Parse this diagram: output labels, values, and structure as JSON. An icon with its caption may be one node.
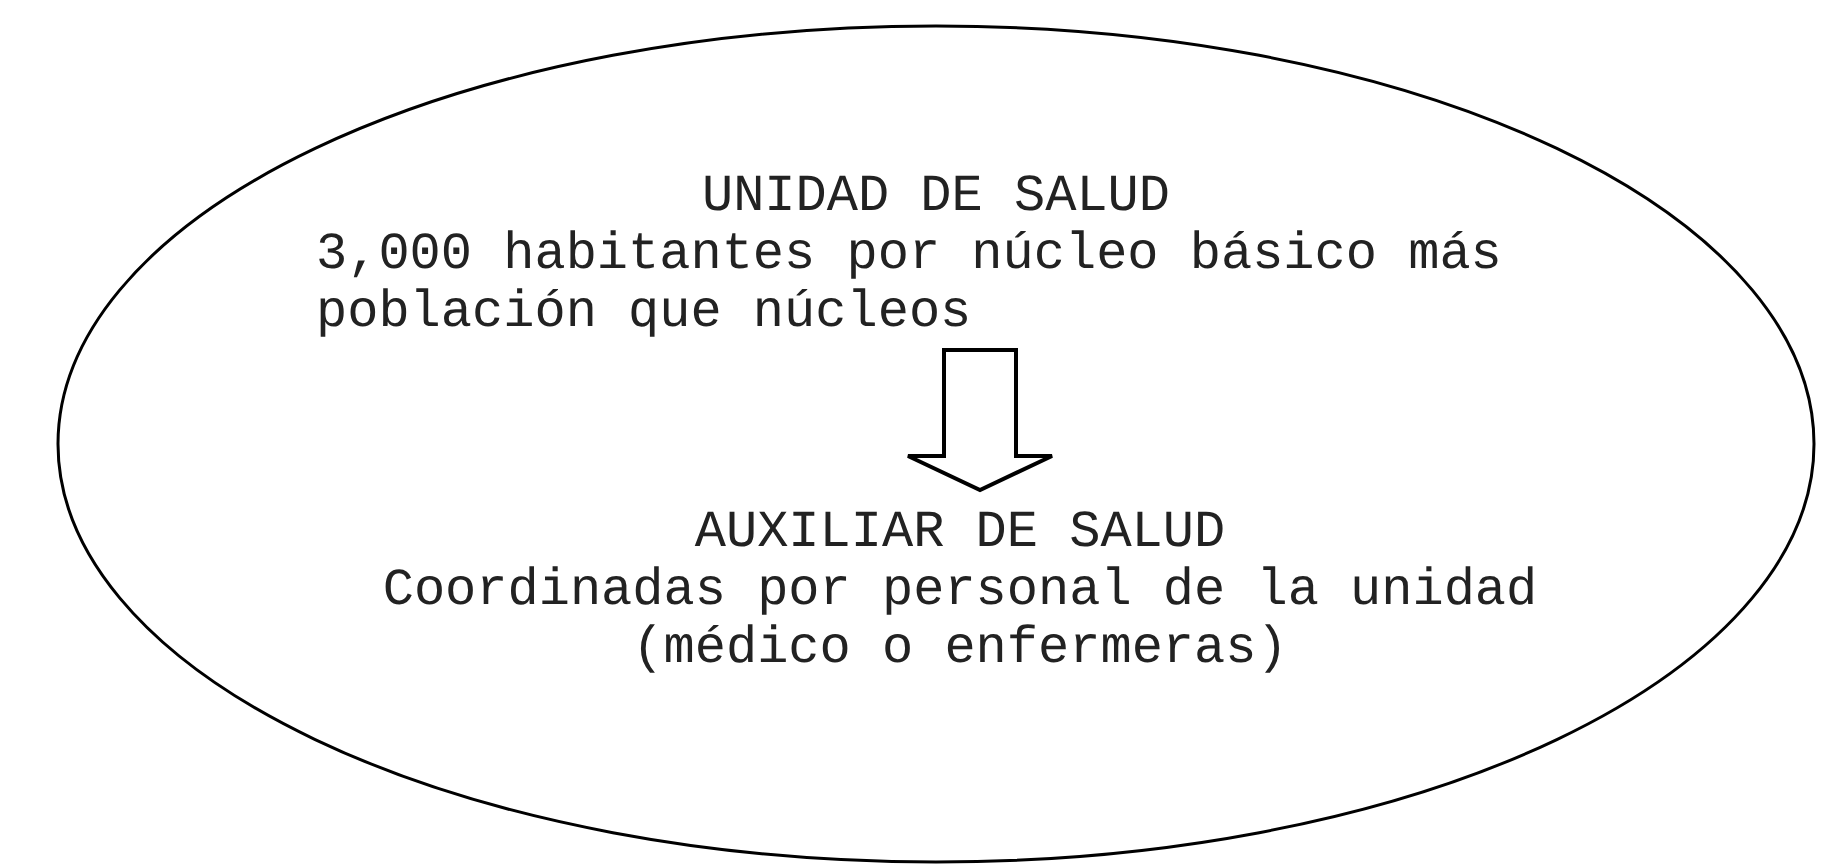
{
  "diagram": {
    "nodes": [
      {
        "text": [],
        "shape": "ellipse"
      },
      {
        "text": [
          "UNIDAD DE SALUD",
          "3,000 habitantes por núcleo básico más población que núcleos"
        ],
        "in": 0
      },
      {
        "text": [
          "AUXILIAR DE SALUD",
          "Coordinadas por personal de la unidad (médico o enfermeras)"
        ],
        "in": 0
      }
    ],
    "edges": [
      {
        "from": 1,
        "to": 2,
        "arrow": "to",
        "style": "thick"
      }
    ]
  }
}
